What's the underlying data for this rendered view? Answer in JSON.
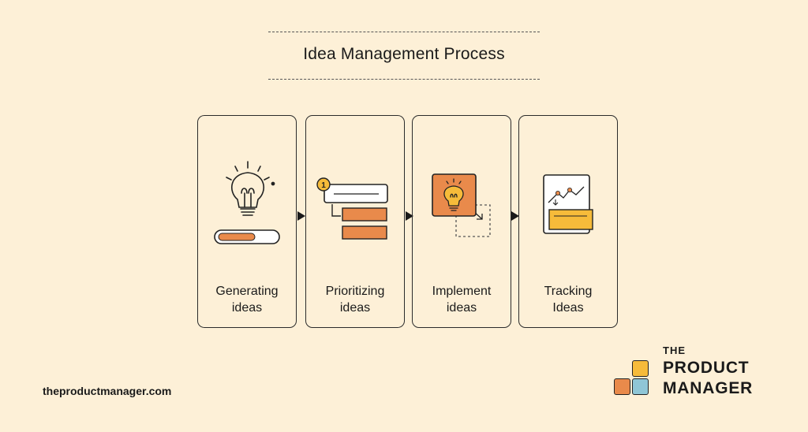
{
  "title": "Idea Management Process",
  "steps": [
    {
      "label": "Generating\nideas",
      "icon": "lightbulb-icon"
    },
    {
      "label": "Prioritizing\nideas",
      "icon": "priority-list-icon",
      "badge": "1"
    },
    {
      "label": "Implement\nideas",
      "icon": "implement-icon"
    },
    {
      "label": "Tracking\nIdeas",
      "icon": "tracking-chart-icon"
    }
  ],
  "footer": {
    "url": "theproductmanager.com"
  },
  "logo": {
    "line1": "THE",
    "line2": "PRODUCT",
    "line3": "MANAGER"
  },
  "colors": {
    "background": "#fdf0d7",
    "orange": "#e98a4b",
    "yellow": "#f6bb3a",
    "blue": "#8fc6d6"
  }
}
